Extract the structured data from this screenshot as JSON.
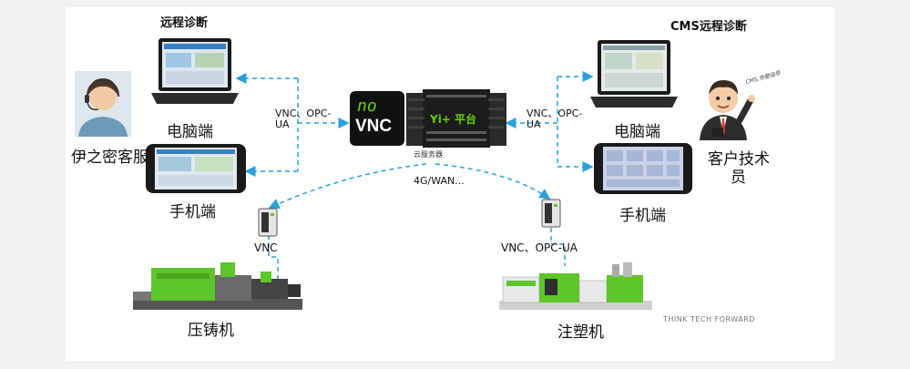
{
  "left_title": "远程诊断",
  "right_title": "CMS远程诊断",
  "left_pc_label": "电脑端",
  "left_phone_label": "手机端",
  "left_person_label": "伊之密客服",
  "right_pc_label": "电脑端",
  "right_phone_label": "手机端",
  "right_person_label_line1": "客户技术",
  "right_person_label_line2": "员",
  "left_link_label_line1": "VNC、OPC-",
  "left_link_label_line2": "UA",
  "right_link_label_line1": "VNC、OPC-",
  "right_link_label_line2": "UA",
  "novnc_logo_top": "no",
  "novnc_logo_bottom": "VNC",
  "platform_label": "Yi+ 平台",
  "cloud_server_label": "云服务器",
  "network_label": "4G/WAN...",
  "left_gateway_label": "VNC",
  "right_gateway_label": "VNC、OPC-UA",
  "die_casting_label": "压铸机",
  "injection_label": "注塑机",
  "tagline": "THINK TECH FORWARD",
  "bubble_text": "CMS,你要指导",
  "colors": {
    "link": "#2aa0dc",
    "machine_green": "#5ec52b",
    "logo_green": "#6bd100"
  }
}
